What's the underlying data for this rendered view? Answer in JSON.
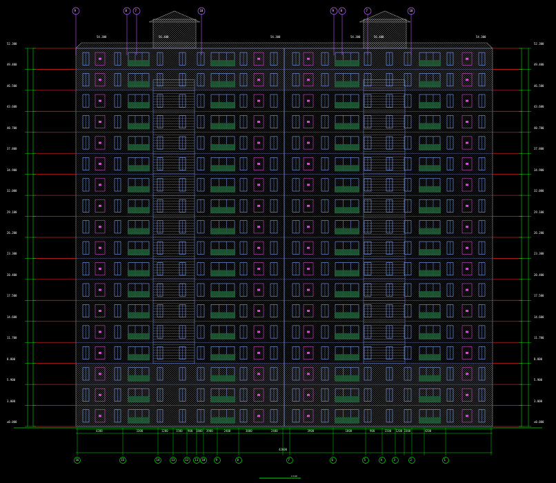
{
  "drawing": {
    "title": "",
    "scale": "1:100",
    "colors": {
      "background": "#000000",
      "facade_hatch": "#8a8a8a",
      "window": "#7fa8ff",
      "balcony": "#1e5a34",
      "accent": "#d64dd6",
      "floor_line": "#c81e1e",
      "dimension": "#00e000",
      "axis_line": "#c060ff",
      "text": "#ffffff"
    }
  },
  "elevation": {
    "floor_count": 18,
    "left_levels": [
      "±0.000",
      "3.000",
      "5.900",
      "8.800",
      "11.700",
      "14.600",
      "17.500",
      "20.400",
      "23.300",
      "26.200",
      "29.100",
      "32.000",
      "34.900",
      "37.800",
      "40.700",
      "43.600",
      "46.500",
      "49.400",
      "52.300"
    ],
    "right_levels": [
      "±0.000",
      "3.000",
      "5.900",
      "8.800",
      "11.700",
      "14.600",
      "17.500",
      "20.400",
      "23.300",
      "26.200",
      "29.100",
      "32.000",
      "34.900",
      "37.800",
      "40.700",
      "43.600",
      "46.500",
      "49.400",
      "52.300"
    ],
    "roof_labels": [
      "54.300",
      "56.400",
      "54.300",
      "54.300",
      "56.400",
      "54.300"
    ]
  },
  "axes": {
    "bottom": [
      "16",
      "15",
      "14",
      "13",
      "12",
      "11",
      "10",
      "9",
      "8",
      "7",
      "6",
      "5",
      "4",
      "3",
      "2",
      "1"
    ],
    "top": [
      "9",
      "8",
      "7",
      "10",
      "9",
      "8",
      "7",
      "10"
    ]
  },
  "dimensions": {
    "bottom_segments": [
      "4200",
      "3300",
      "1200",
      "1500",
      "900",
      "1800",
      "3900",
      "2400",
      "3000",
      "2400",
      "3900",
      "1800",
      "900",
      "1500",
      "1200",
      "3300",
      "4200"
    ],
    "total": "42600"
  }
}
